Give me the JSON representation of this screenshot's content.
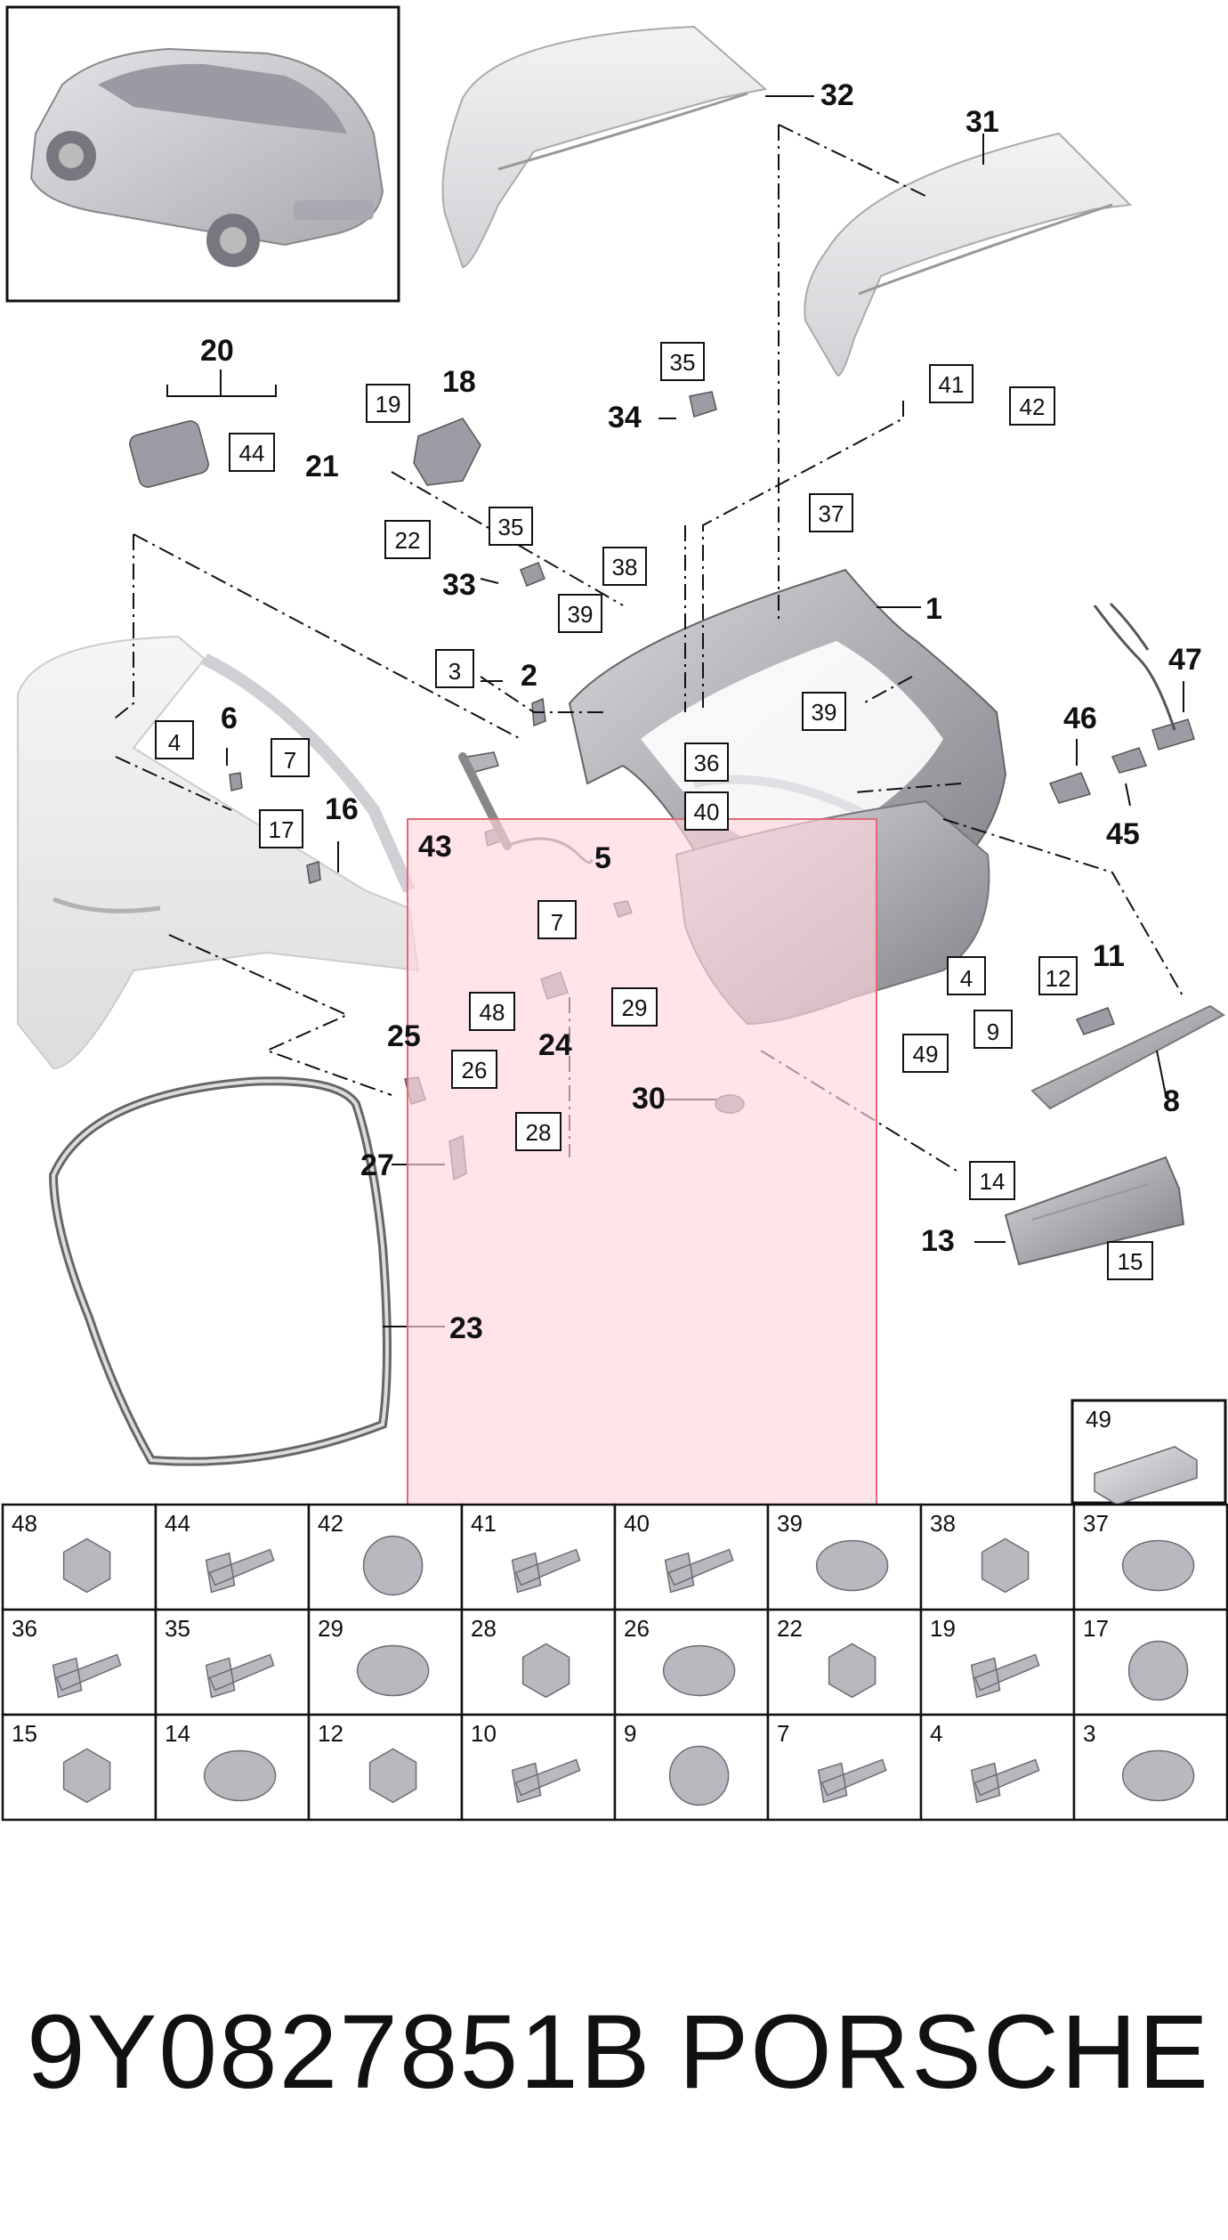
{
  "callouts": [
    {
      "id": "c1",
      "text": "1"
    },
    {
      "id": "c2",
      "text": "2"
    },
    {
      "id": "c5",
      "text": "5"
    },
    {
      "id": "c6",
      "text": "6"
    },
    {
      "id": "c8",
      "text": "8"
    },
    {
      "id": "c11",
      "text": "11"
    },
    {
      "id": "c13",
      "text": "13"
    },
    {
      "id": "c16",
      "text": "16"
    },
    {
      "id": "c18",
      "text": "18"
    },
    {
      "id": "c20",
      "text": "20"
    },
    {
      "id": "c21",
      "text": "21"
    },
    {
      "id": "c23",
      "text": "23"
    },
    {
      "id": "c24",
      "text": "24"
    },
    {
      "id": "c25",
      "text": "25"
    },
    {
      "id": "c27",
      "text": "27"
    },
    {
      "id": "c30",
      "text": "30"
    },
    {
      "id": "c31",
      "text": "31"
    },
    {
      "id": "c32",
      "text": "32"
    },
    {
      "id": "c33",
      "text": "33"
    },
    {
      "id": "c34",
      "text": "34"
    },
    {
      "id": "c43",
      "text": "43"
    },
    {
      "id": "c45",
      "text": "45"
    },
    {
      "id": "c46",
      "text": "46"
    },
    {
      "id": "c47",
      "text": "47"
    }
  ],
  "boxed_callouts": [
    {
      "id": "b3",
      "text": "3"
    },
    {
      "id": "b4a",
      "text": "4"
    },
    {
      "id": "b4b",
      "text": "4"
    },
    {
      "id": "b7a",
      "text": "7"
    },
    {
      "id": "b7b",
      "text": "7"
    },
    {
      "id": "b9",
      "text": "9"
    },
    {
      "id": "b12",
      "text": "12"
    },
    {
      "id": "b14",
      "text": "14"
    },
    {
      "id": "b15",
      "text": "15"
    },
    {
      "id": "b17",
      "text": "17"
    },
    {
      "id": "b19",
      "text": "19"
    },
    {
      "id": "b22",
      "text": "22"
    },
    {
      "id": "b26",
      "text": "26"
    },
    {
      "id": "b28",
      "text": "28"
    },
    {
      "id": "b29",
      "text": "29"
    },
    {
      "id": "b35a",
      "text": "35"
    },
    {
      "id": "b35b",
      "text": "35"
    },
    {
      "id": "b36",
      "text": "36"
    },
    {
      "id": "b37",
      "text": "37"
    },
    {
      "id": "b38",
      "text": "38"
    },
    {
      "id": "b39a",
      "text": "39"
    },
    {
      "id": "b39b",
      "text": "39"
    },
    {
      "id": "b40",
      "text": "40"
    },
    {
      "id": "b41",
      "text": "41"
    },
    {
      "id": "b42",
      "text": "42"
    },
    {
      "id": "b44",
      "text": "44"
    },
    {
      "id": "b48",
      "text": "48"
    },
    {
      "id": "b49",
      "text": "49"
    }
  ],
  "legend_box_49": "49",
  "parts_table": [
    [
      "48",
      "44",
      "42",
      "41",
      "40",
      "39",
      "38",
      "37"
    ],
    [
      "36",
      "35",
      "29",
      "28",
      "26",
      "22",
      "19",
      "17"
    ],
    [
      "15",
      "14",
      "12",
      "10",
      "9",
      "7",
      "4",
      "3"
    ]
  ],
  "caption": {
    "part_number": "9Y0827851B",
    "brand": "PORSCHE"
  },
  "colors": {
    "part_fill": "#c8c8cc",
    "part_dark": "#8a8a90",
    "highlight_fill": "#ffd6de",
    "highlight_stroke": "#e06a78",
    "line": "#111111"
  }
}
